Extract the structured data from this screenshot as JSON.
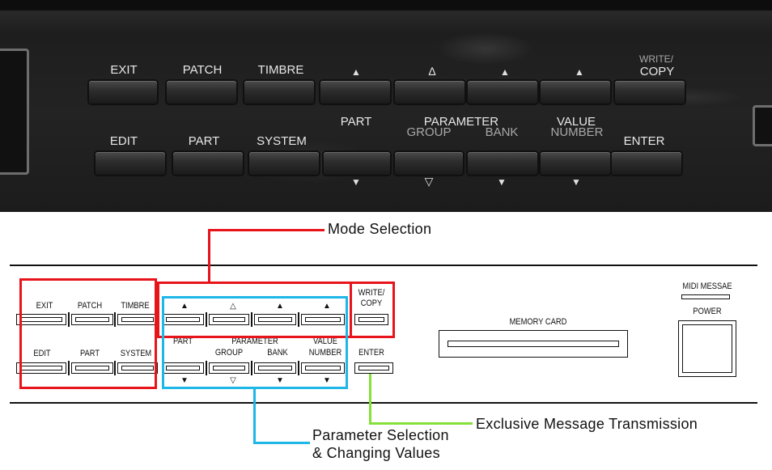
{
  "photo_panel": {
    "top_row": {
      "buttons": [
        "EXIT",
        "PATCH",
        "TIMBRE"
      ],
      "arrow_up_solid": "▲",
      "arrow_up_hollow": "∆",
      "copy": "COPY",
      "copy_partial": "WRITE/"
    },
    "bottom_row": {
      "buttons": [
        "EDIT",
        "PART",
        "SYSTEM"
      ],
      "part": "PART",
      "parameter": "PARAMETER",
      "group": "GROUP",
      "bank": "BANK",
      "value": "VALUE",
      "number": "NUMBER",
      "enter": "ENTER",
      "arrow_down_solid": "▼",
      "arrow_down_hollow": "▽"
    }
  },
  "diagram": {
    "top_row": {
      "exit": "EXIT",
      "patch": "PATCH",
      "timbre": "TIMBRE",
      "arrow_up_solid": "▲",
      "arrow_up_hollow": "△",
      "write": "WRITE/",
      "copy": "COPY"
    },
    "bottom_row": {
      "edit": "EDIT",
      "part_left": "PART",
      "system": "SYSTEM",
      "part": "PART",
      "parameter": "PARAMETER",
      "group": "GROUP",
      "bank": "BANK",
      "value": "VALUE",
      "number": "NUMBER",
      "enter": "ENTER",
      "arrow_down_solid": "▼",
      "arrow_down_hollow": "▽"
    },
    "memory_card": "MEMORY CARD",
    "midi_message": "MIDI MESSAE",
    "power": "POWER"
  },
  "callouts": {
    "mode_selection": "Mode Selection",
    "parameter_selection_line1": "Parameter Selection",
    "parameter_selection_line2": "& Changing Values",
    "exclusive_message": "Exclusive Message Transmission"
  },
  "colors": {
    "mode_selection": "#e8141c",
    "parameter_selection": "#1fb6e8",
    "exclusive_message": "#86e03a"
  }
}
